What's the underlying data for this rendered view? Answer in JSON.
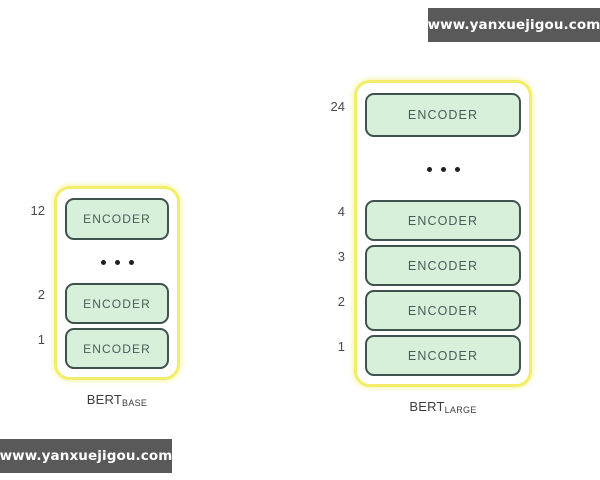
{
  "page": {
    "background": "#ffffff",
    "title": "BERT encoder stack diagram"
  },
  "watermarks": {
    "top_right": "www.yanxuejigou.com",
    "bottom_left": "www.yanxuejigou.com",
    "background_color": "#595959",
    "text_color": "#ffffff"
  },
  "colors": {
    "encoder_fill": "#d7f0da",
    "encoder_border": "#3e524e",
    "encoder_text": "#4a5c57",
    "container_border": "#f2ee6b",
    "index_text": "#4a4a4a",
    "caption_text": "#3d3d3d",
    "dot": "#20201e"
  },
  "stacks": [
    {
      "id": "bert-base",
      "caption_main": "BERT",
      "caption_sub": "BASE",
      "total_layers": 12,
      "rows": [
        {
          "type": "encoder",
          "index": "12",
          "label": "ENCODER"
        },
        {
          "type": "ellipsis",
          "index": "",
          "label": "..."
        },
        {
          "type": "encoder",
          "index": "2",
          "label": "ENCODER"
        },
        {
          "type": "encoder",
          "index": "1",
          "label": "ENCODER"
        }
      ]
    },
    {
      "id": "bert-large",
      "caption_main": "BERT",
      "caption_sub": "LARGE",
      "total_layers": 24,
      "rows": [
        {
          "type": "encoder",
          "index": "24",
          "label": "ENCODER"
        },
        {
          "type": "ellipsis",
          "index": "",
          "label": "..."
        },
        {
          "type": "encoder",
          "index": "4",
          "label": "ENCODER"
        },
        {
          "type": "encoder",
          "index": "3",
          "label": "ENCODER"
        },
        {
          "type": "encoder",
          "index": "2",
          "label": "ENCODER"
        },
        {
          "type": "encoder",
          "index": "1",
          "label": "ENCODER"
        }
      ]
    }
  ]
}
